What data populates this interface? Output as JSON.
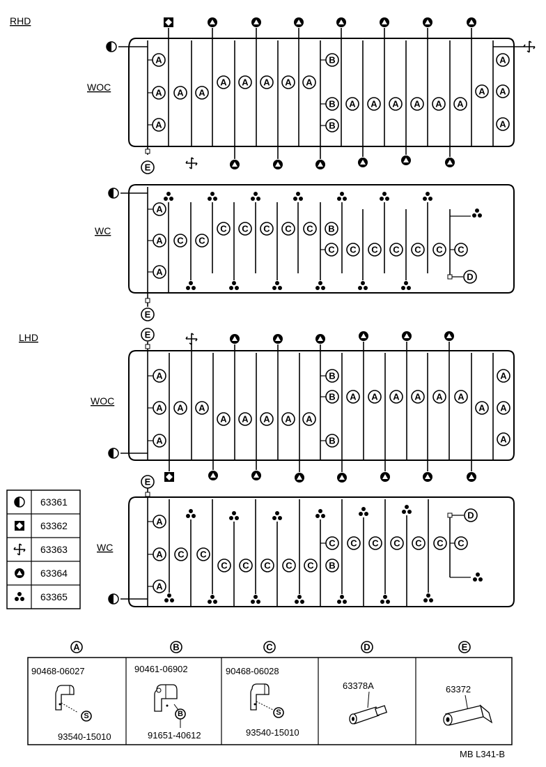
{
  "sections": {
    "rhd": "RHD",
    "lhd": "LHD",
    "woc": "WOC",
    "wc": "WC"
  },
  "legend": [
    {
      "symbol": "half-circle",
      "part": "63361"
    },
    {
      "symbol": "square-diamond",
      "part": "63362"
    },
    {
      "symbol": "pinwheel",
      "part": "63363"
    },
    {
      "symbol": "circle-triangle",
      "part": "63364"
    },
    {
      "symbol": "three-dots",
      "part": "63365"
    }
  ],
  "clip_letters": [
    "A",
    "B",
    "C",
    "D",
    "E"
  ],
  "parts": {
    "A": {
      "letter": "A",
      "top": "90468-06027",
      "sub": "S",
      "bottom": "93540-15010"
    },
    "B": {
      "letter": "B",
      "top": "90461-06902",
      "sub": "B",
      "bottom": "91651-40612"
    },
    "C": {
      "letter": "C",
      "top": "90468-06028",
      "sub": "S",
      "bottom": "93540-15010"
    },
    "D": {
      "letter": "D",
      "part": "63378A"
    },
    "E": {
      "letter": "E",
      "part": "63372"
    }
  },
  "footer_code": "MB L341-B"
}
